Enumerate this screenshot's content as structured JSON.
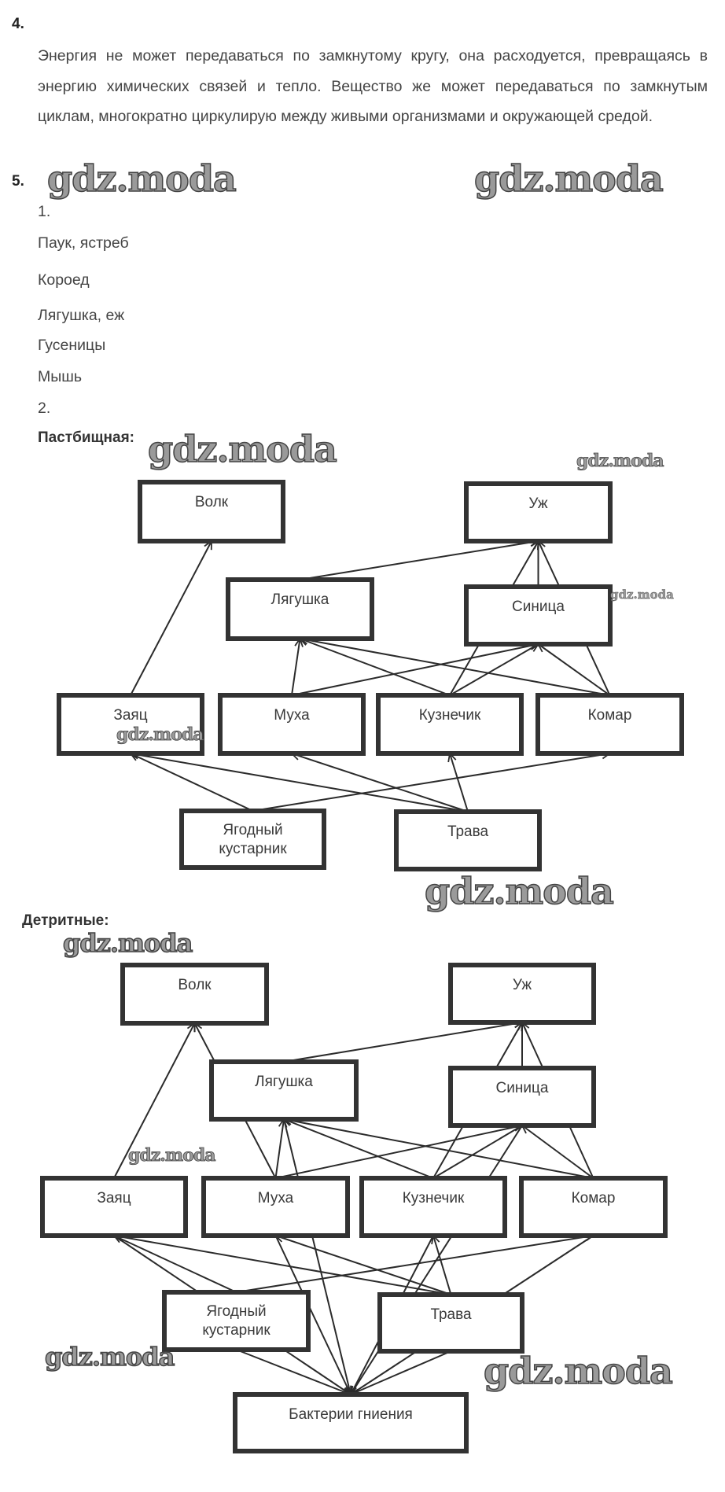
{
  "task4": {
    "number": "4.",
    "paragraph": "Энергия не может передаваться по замкнутому кругу, она расходуется, превращаясь в энергию химических связей и тепло. Вещество же может передаваться по замкнутым циклам, многократно циркулирую между живыми организмами и окружающей средой."
  },
  "task5": {
    "number": "5.",
    "part1_label": "1.",
    "part1_items": [
      "Паук, ястреб",
      "Короед",
      "Лягушка, еж",
      "Гусеницы",
      "Мышь"
    ],
    "part2_label": "2.",
    "pasture_title": "Пастбищная:",
    "detritus_title": "Детритные:"
  },
  "watermark": "gdz.moda",
  "diagrams": {
    "pasture": {
      "nodes": {
        "wolf": "Волк",
        "snake": "Уж",
        "frog": "Лягушка",
        "tit": "Синица",
        "hare": "Заяц",
        "fly": "Муха",
        "grasshopper": "Кузнечик",
        "mosquito": "Комар",
        "berry": [
          "Ягодный",
          "кустарник"
        ],
        "grass": "Трава"
      },
      "edges": [
        [
          "hare",
          "wolf"
        ],
        [
          "frog",
          "snake"
        ],
        [
          "tit",
          "snake"
        ],
        [
          "grasshopper",
          "snake"
        ],
        [
          "fly",
          "frog"
        ],
        [
          "fly",
          "tit"
        ],
        [
          "grasshopper",
          "frog"
        ],
        [
          "grasshopper",
          "tit"
        ],
        [
          "mosquito",
          "frog"
        ],
        [
          "mosquito",
          "tit"
        ],
        [
          "mosquito",
          "snake"
        ],
        [
          "berry",
          "hare"
        ],
        [
          "berry",
          "mosquito"
        ],
        [
          "grass",
          "hare"
        ],
        [
          "grass",
          "fly"
        ],
        [
          "grass",
          "grasshopper"
        ]
      ]
    },
    "detritus": {
      "nodes": {
        "wolf": "Волк",
        "snake": "Уж",
        "frog": "Лягушка",
        "tit": "Синица",
        "hare": "Заяц",
        "fly": "Муха",
        "grasshopper": "Кузнечик",
        "mosquito": "Комар",
        "berry": [
          "Ягодный",
          "кустарник"
        ],
        "grass": "Трава",
        "bacteria": "Бактерии гниения"
      },
      "edges": [
        [
          "hare",
          "wolf"
        ],
        [
          "fly",
          "wolf"
        ],
        [
          "frog",
          "snake"
        ],
        [
          "tit",
          "snake"
        ],
        [
          "grasshopper",
          "snake"
        ],
        [
          "mosquito",
          "snake"
        ],
        [
          "fly",
          "frog"
        ],
        [
          "fly",
          "tit"
        ],
        [
          "grasshopper",
          "frog"
        ],
        [
          "grasshopper",
          "tit"
        ],
        [
          "mosquito",
          "frog"
        ],
        [
          "mosquito",
          "tit"
        ],
        [
          "berry",
          "hare"
        ],
        [
          "berry",
          "mosquito"
        ],
        [
          "grass",
          "hare"
        ],
        [
          "grass",
          "fly"
        ],
        [
          "grass",
          "grasshopper"
        ],
        [
          "hare",
          "bacteria"
        ],
        [
          "fly",
          "bacteria"
        ],
        [
          "grasshopper",
          "bacteria"
        ],
        [
          "mosquito",
          "bacteria"
        ],
        [
          "berry",
          "bacteria"
        ],
        [
          "grass",
          "bacteria"
        ],
        [
          "frog",
          "bacteria"
        ],
        [
          "tit",
          "bacteria"
        ]
      ]
    }
  }
}
